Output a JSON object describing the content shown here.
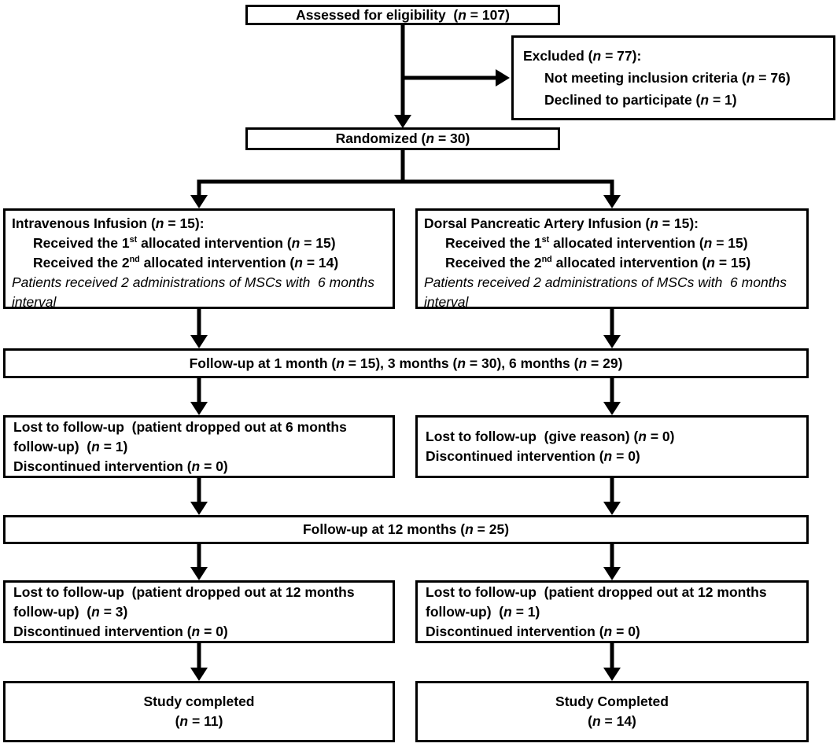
{
  "figure": {
    "type": "consort-flow-diagram",
    "colors": {
      "box_border": "#000000",
      "box_fill": "#ffffff",
      "text": "#000000",
      "arrow": "#000000"
    },
    "boxes": {
      "assessed": {
        "lines": [
          {
            "seg": [
              {
                "t": "Assessed for eligibility  ("
              },
              {
                "t": "n",
                "i": 1
              },
              {
                "t": " = 107)"
              }
            ]
          }
        ]
      },
      "excluded": {
        "lines": [
          {
            "seg": [
              {
                "t": "Excluded ("
              },
              {
                "t": "n",
                "i": 1
              },
              {
                "t": " = 77):"
              }
            ]
          },
          {
            "indent": 1,
            "seg": [
              {
                "t": "Not meeting inclusion criteria ("
              },
              {
                "t": "n",
                "i": 1
              },
              {
                "t": " = 76)"
              }
            ]
          },
          {
            "indent": 1,
            "seg": [
              {
                "t": "Declined to participate ("
              },
              {
                "t": "n",
                "i": 1
              },
              {
                "t": " = 1)"
              }
            ]
          }
        ]
      },
      "randomized": {
        "lines": [
          {
            "seg": [
              {
                "t": "Randomized ("
              },
              {
                "t": "n",
                "i": 1
              },
              {
                "t": " = 30)"
              }
            ]
          }
        ]
      },
      "alloc_left": {
        "lines": [
          {
            "seg": [
              {
                "t": "Intravenous Infusion ("
              },
              {
                "t": "n",
                "i": 1
              },
              {
                "t": " = 15):"
              }
            ]
          },
          {
            "indent": 1,
            "seg": [
              {
                "t": "Received the 1"
              },
              {
                "t": "st",
                "sup": 1
              },
              {
                "t": " allocated intervention ("
              },
              {
                "t": "n",
                "i": 1
              },
              {
                "t": " = 15)"
              }
            ]
          },
          {
            "indent": 1,
            "seg": [
              {
                "t": "Received the 2"
              },
              {
                "t": "nd",
                "sup": 1
              },
              {
                "t": " allocated intervention ("
              },
              {
                "t": "n",
                "i": 1
              },
              {
                "t": " = 14)"
              }
            ]
          },
          {
            "seg": [
              {
                "t": "Patients received 2 administrations of MSCs with  6 months interval",
                "i": 1,
                "plain": 1
              }
            ]
          }
        ]
      },
      "alloc_right": {
        "lines": [
          {
            "seg": [
              {
                "t": "Dorsal Pancreatic Artery Infusion ("
              },
              {
                "t": "n",
                "i": 1
              },
              {
                "t": " = 15):"
              }
            ]
          },
          {
            "indent": 1,
            "seg": [
              {
                "t": "Received the 1"
              },
              {
                "t": "st",
                "sup": 1
              },
              {
                "t": " allocated intervention ("
              },
              {
                "t": "n",
                "i": 1
              },
              {
                "t": " = 15)"
              }
            ]
          },
          {
            "indent": 1,
            "seg": [
              {
                "t": "Received the 2"
              },
              {
                "t": "nd",
                "sup": 1
              },
              {
                "t": " allocated intervention ("
              },
              {
                "t": "n",
                "i": 1
              },
              {
                "t": " = 15)"
              }
            ]
          },
          {
            "seg": [
              {
                "t": "Patients received 2 administrations of MSCs with  6 months interval",
                "i": 1,
                "plain": 1
              }
            ]
          }
        ]
      },
      "followup_early": {
        "lines": [
          {
            "seg": [
              {
                "t": "Follow-up at 1 month ("
              },
              {
                "t": "n",
                "i": 1
              },
              {
                "t": " = 15), 3 months ("
              },
              {
                "t": "n",
                "i": 1
              },
              {
                "t": " = 30), 6 months ("
              },
              {
                "t": "n",
                "i": 1
              },
              {
                "t": " = 29)"
              }
            ]
          }
        ]
      },
      "lost6_left": {
        "lines": [
          {
            "seg": [
              {
                "t": "Lost to follow-up  (patient dropped out at 6 months follow-up)  ("
              },
              {
                "t": "n",
                "i": 1
              },
              {
                "t": " = 1)"
              }
            ]
          },
          {
            "seg": [
              {
                "t": "Discontinued intervention ("
              },
              {
                "t": "n",
                "i": 1
              },
              {
                "t": " = 0)"
              }
            ]
          }
        ]
      },
      "lost6_right": {
        "lines": [
          {
            "seg": [
              {
                "t": "Lost to follow-up  (give reason) ("
              },
              {
                "t": "n",
                "i": 1
              },
              {
                "t": " = 0)"
              }
            ]
          },
          {
            "seg": [
              {
                "t": "Discontinued intervention ("
              },
              {
                "t": "n",
                "i": 1
              },
              {
                "t": " = 0)"
              }
            ]
          }
        ]
      },
      "followup_12": {
        "lines": [
          {
            "seg": [
              {
                "t": "Follow-up at 12 months ("
              },
              {
                "t": "n",
                "i": 1
              },
              {
                "t": " = 25)"
              }
            ]
          }
        ]
      },
      "lost12_left": {
        "lines": [
          {
            "seg": [
              {
                "t": "Lost to follow-up  (patient dropped out at 12 months follow-up)  ("
              },
              {
                "t": "n",
                "i": 1
              },
              {
                "t": " = 3)"
              }
            ]
          },
          {
            "seg": [
              {
                "t": "Discontinued intervention ("
              },
              {
                "t": "n",
                "i": 1
              },
              {
                "t": " = 0)"
              }
            ]
          }
        ]
      },
      "lost12_right": {
        "lines": [
          {
            "seg": [
              {
                "t": "Lost to follow-up  (patient dropped out at 12 months follow-up)  ("
              },
              {
                "t": "n",
                "i": 1
              },
              {
                "t": " = 1)"
              }
            ]
          },
          {
            "seg": [
              {
                "t": "Discontinued intervention ("
              },
              {
                "t": "n",
                "i": 1
              },
              {
                "t": " = 0)"
              }
            ]
          }
        ]
      },
      "completed_left": {
        "lines": [
          {
            "seg": [
              {
                "t": "Study completed"
              }
            ]
          },
          {
            "seg": [
              {
                "t": "("
              },
              {
                "t": "n",
                "i": 1
              },
              {
                "t": " = 11)"
              }
            ]
          }
        ]
      },
      "completed_right": {
        "lines": [
          {
            "seg": [
              {
                "t": "Study Completed"
              }
            ]
          },
          {
            "seg": [
              {
                "t": "("
              },
              {
                "t": "n",
                "i": 1
              },
              {
                "t": " = 14)"
              }
            ]
          }
        ]
      }
    }
  }
}
